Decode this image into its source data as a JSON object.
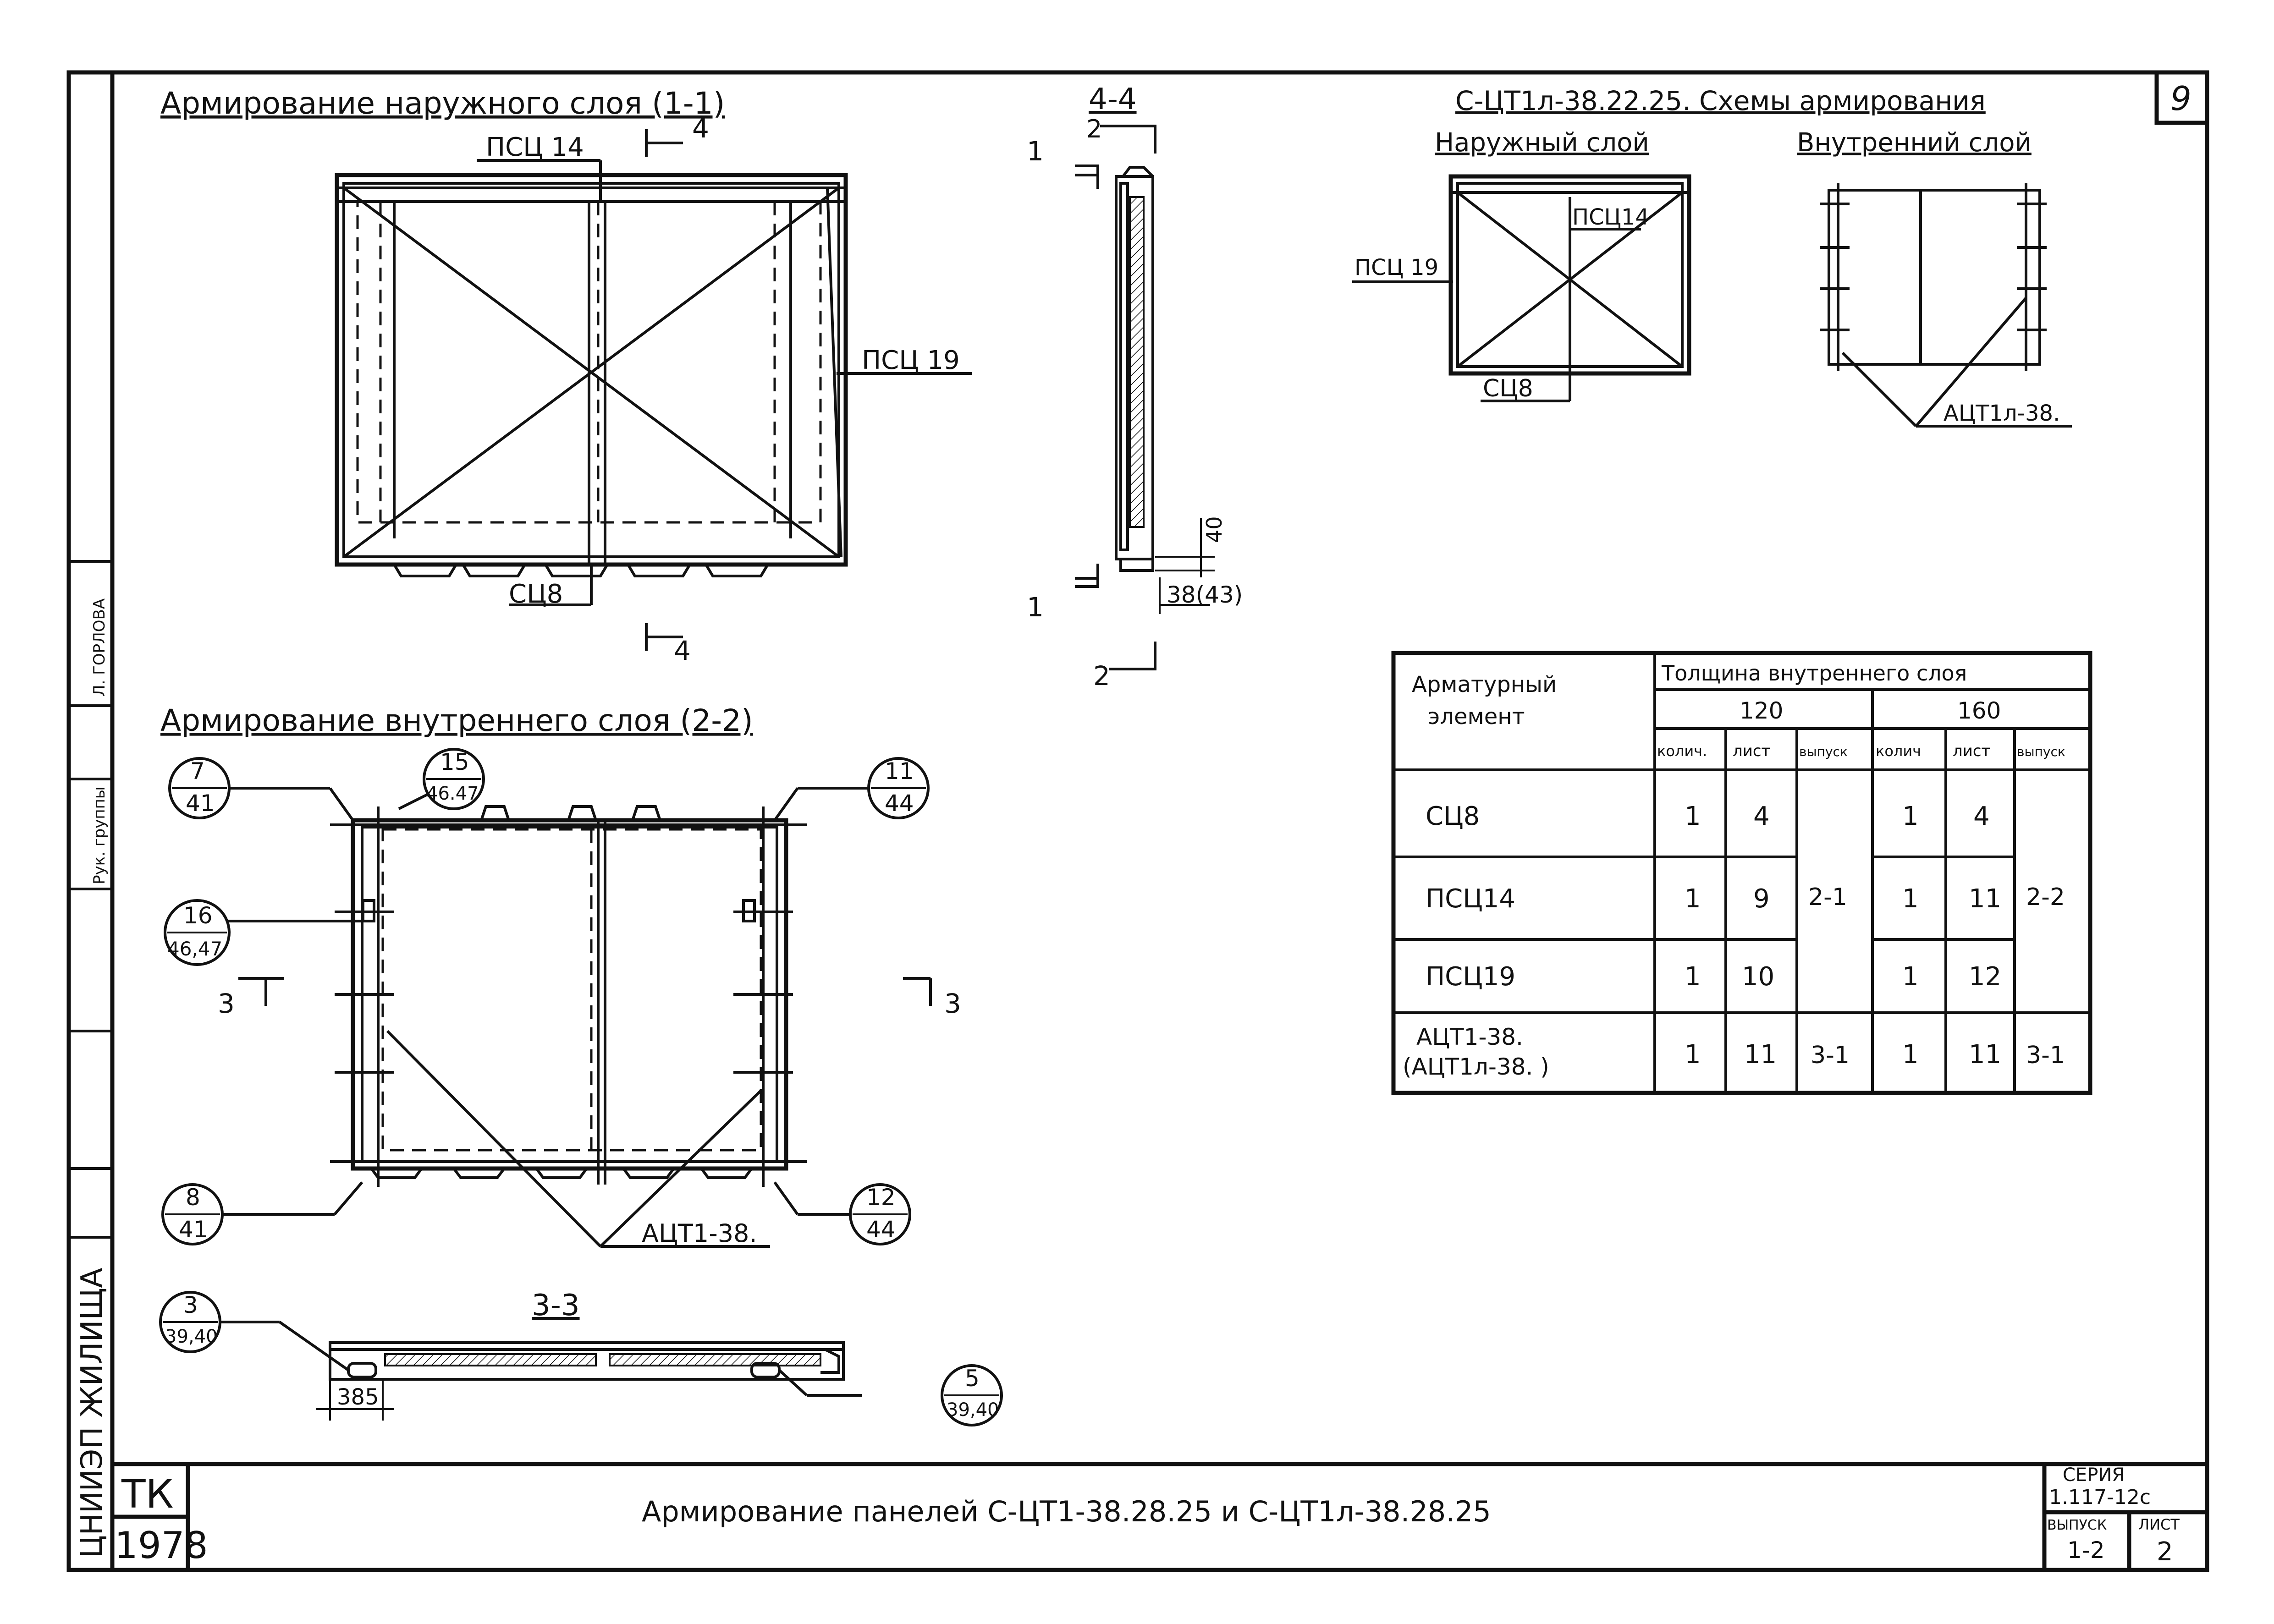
{
  "sheet": {
    "number": "9",
    "organization_side": "ЦНИИЭП ЖИЛИЩА",
    "side_name_1": "Л. ГОРЛОВА",
    "side_name_2": "Рук. группы",
    "stamp_code": "ТК",
    "stamp_year": "1978",
    "title": "Армирование панелей С-ЦТ1-38.28.25 и С-ЦТ1л-38.28.25",
    "series_label": "СЕРИЯ",
    "series_value": "1.117-12с",
    "issue_label": "ВЫПУСК",
    "issue_value": "1-2",
    "list_label": "ЛИСТ",
    "list_value": "2"
  },
  "outer_layer": {
    "title": "Армирование наружного слоя (1-1)",
    "label_psc14": "ПСЦ 14",
    "label_psc19": "ПСЦ 19",
    "label_sc8": "СЦ8",
    "section_mark": "4"
  },
  "section_4_4": {
    "title": "4-4",
    "mark_1": "1",
    "mark_2": "2",
    "dim_40": "40",
    "dim_38": "38(43)"
  },
  "inner_layer": {
    "title": "Армирование внутреннего слоя (2-2)",
    "section_mark": "3",
    "label_act": "АЦТ1-38.",
    "callouts": [
      {
        "top": "7",
        "bottom": "41"
      },
      {
        "top": "15",
        "bottom": "46.47"
      },
      {
        "top": "11",
        "bottom": "44"
      },
      {
        "top": "16",
        "bottom": "46,47"
      },
      {
        "top": "8",
        "bottom": "41"
      },
      {
        "top": "12",
        "bottom": "44"
      }
    ]
  },
  "section_3_3": {
    "title": "3-3",
    "dim_385": "385",
    "callouts": [
      {
        "top": "3",
        "bottom": "39,40"
      },
      {
        "top": "5",
        "bottom": "39,40"
      }
    ]
  },
  "schemes": {
    "title": "С-ЦТ1л-38.22.25. Схемы армирования",
    "outer_title": "Наружный слой",
    "inner_title": "Внутренний слой",
    "label_psc14": "ПСЦ14",
    "label_psc19": "ПСЦ 19",
    "label_sc8": "СЦ8",
    "label_act": "АЦТ1л-38."
  },
  "table": {
    "header_element": "Арматурный элемент",
    "header_thickness": "Толщина внутреннего слоя",
    "groups": [
      "120",
      "160"
    ],
    "subheaders": [
      "колич.",
      "лист",
      "выпуск",
      "колич",
      "лист",
      "выпуск"
    ],
    "rows": [
      {
        "element": "СЦ8",
        "q1": "1",
        "l1": "4",
        "q2": "1",
        "l2": "4"
      },
      {
        "element": "ПСЦ14",
        "q1": "1",
        "l1": "9",
        "q2": "1",
        "l2": "11"
      },
      {
        "element": "ПСЦ19",
        "q1": "1",
        "l1": "10",
        "q2": "1",
        "l2": "12"
      },
      {
        "element": "АЦТ1-38.",
        "element2": "(АЦТ1л-38. )",
        "q1": "1",
        "l1": "11",
        "v1": "3-1",
        "q2": "1",
        "l2": "11",
        "v2": "3-1"
      }
    ],
    "issue_merged_1": "2-1",
    "issue_merged_2": "2-2"
  }
}
